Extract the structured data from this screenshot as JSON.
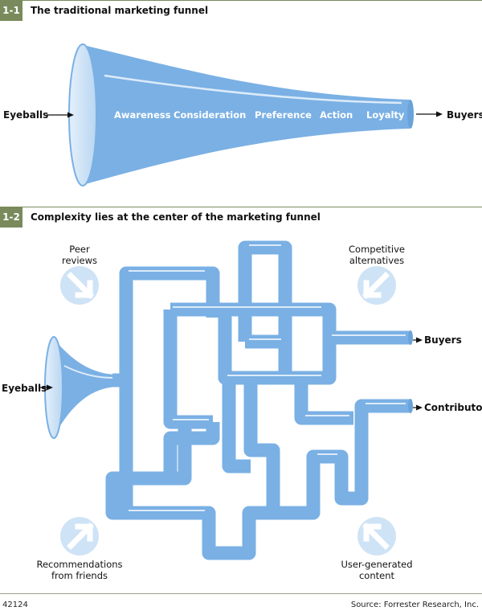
{
  "figure1": {
    "number": "1-1",
    "title": "The traditional marketing funnel",
    "input_label": "Eyeballs",
    "output_label": "Buyers",
    "stages": [
      "Awareness",
      "Consideration",
      "Preference",
      "Action",
      "Loyalty"
    ]
  },
  "figure2": {
    "number": "1-2",
    "title": "Complexity lies at the center of the marketing funnel",
    "input_label": "Eyeballs",
    "outputs": [
      "Buyers",
      "Contributors"
    ],
    "influences": {
      "peer": [
        "Peer",
        "reviews"
      ],
      "competitive": [
        "Competitive",
        "alternatives"
      ],
      "recommendations": [
        "Recommendations",
        "from friends"
      ],
      "user_generated": [
        "User-generated",
        "content"
      ]
    }
  },
  "footer": {
    "code": "42124",
    "source": "Source: Forrester Research, Inc."
  },
  "colors": {
    "funnel": "#7ab0e4",
    "funnel_light": "#cfe3f6",
    "header_accent": "#7a8a5c"
  }
}
